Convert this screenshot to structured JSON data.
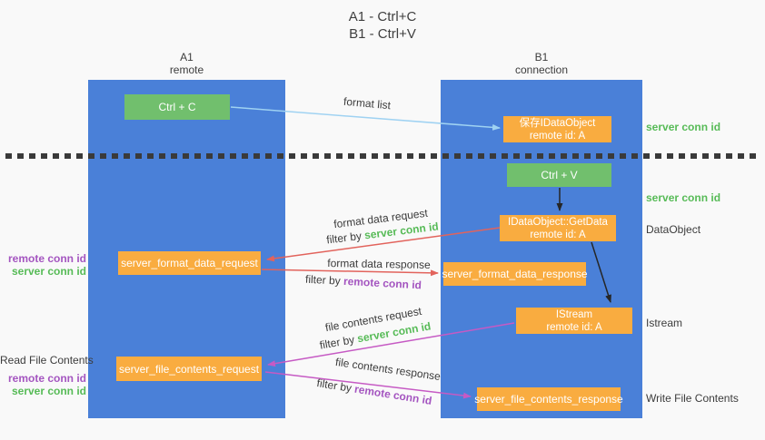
{
  "title": {
    "line1": "A1 - Ctrl+C",
    "line2": "B1 - Ctrl+V"
  },
  "columns": {
    "a": {
      "name": "A1",
      "subtitle": "remote"
    },
    "b": {
      "name": "B1",
      "subtitle": "connection"
    }
  },
  "boxes": {
    "ctrl_c": {
      "label": "Ctrl + C"
    },
    "save_dataobject": {
      "line1": "保存IDataObject",
      "line2": "remote id: A"
    },
    "ctrl_v": {
      "label": "Ctrl + V"
    },
    "getdata": {
      "line1": "IDataObject::GetData",
      "line2": "remote id: A"
    },
    "format_request": {
      "label": "server_format_data_request"
    },
    "format_response": {
      "label": "server_format_data_response"
    },
    "istream": {
      "line1": "IStream",
      "line2": "remote id: A"
    },
    "file_request": {
      "label": "server_file_contents_request"
    },
    "file_response": {
      "label": "server_file_contents_response"
    }
  },
  "arrow_labels": {
    "format_list": "format list",
    "format_data_request": {
      "line1": "format data request",
      "filter_prefix": "filter by ",
      "filter_key": "server conn id"
    },
    "format_data_response": {
      "line1": "format data response",
      "filter_prefix": "filter by ",
      "filter_key": "remote conn id"
    },
    "file_contents_request": {
      "line1": "file contents request",
      "filter_prefix": "filter by ",
      "filter_key": "server conn id"
    },
    "file_contents_response": {
      "line1": "file contents response",
      "filter_prefix": "filter by ",
      "filter_key": "remote conn id"
    }
  },
  "side_labels": {
    "left": {
      "pair1": {
        "remote": "remote conn id",
        "server": "server conn id"
      },
      "read_file": "Read File Contents",
      "pair2": {
        "remote": "remote conn id",
        "server": "server conn id"
      }
    },
    "right": {
      "server_conn_1": "server conn id",
      "server_conn_2": "server conn id",
      "dataobject": "DataObject",
      "istream": "Istream",
      "write_file": "Write File Contents"
    }
  },
  "colors": {
    "background": "#f9f9f9",
    "column_blue": "#4a80d8",
    "box_green": "#71bf6d",
    "box_orange": "#f9ac40",
    "label_green": "#57bb57",
    "label_purple": "#a455c0",
    "arrow_red": "#e2635c",
    "arrow_magenta": "#c65ac4",
    "arrow_lightblue": "#9fd2f2",
    "arrow_black": "#262626",
    "text_dark": "#3c3c3c"
  }
}
